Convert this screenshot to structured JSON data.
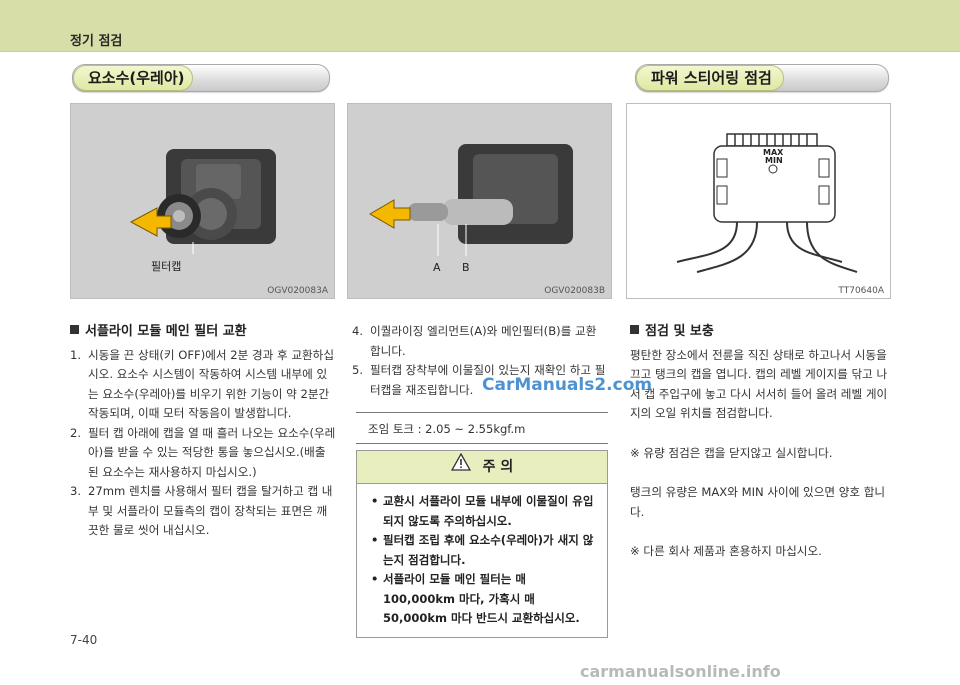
{
  "header": {
    "section": "정기 점검"
  },
  "titles": {
    "left": "요소수(우레아)",
    "right": "파워 스티어링 점검"
  },
  "photos": {
    "p1": {
      "code": "OGV020083A",
      "label": "필터캡"
    },
    "p2": {
      "code": "OGV020083B",
      "label_a": "A",
      "label_b": "B"
    },
    "p3": {
      "code": "TT70640A",
      "max": "MAX",
      "min": "MIN"
    }
  },
  "left": {
    "heading": "서플라이 모듈 메인 필터 교환",
    "steps": [
      {
        "num": "1.",
        "text": "시동을 끈 상태(키 OFF)에서 2분 경과 후 교환하십시오. 요소수 시스템이 작동하여 시스템 내부에 있는 요소수(우레아)를 비우기 위한 기능이 약 2분간 작동되며, 이때 모터 작동음이 발생합니다."
      },
      {
        "num": "2.",
        "text": "필터 캡 아래에 캡을 열 때 흘러 나오는 요소수(우레아)를 받을 수 있는 적당한 통을 놓으십시오.(배출된 요소수는 재사용하지 마십시오.)"
      },
      {
        "num": "3.",
        "text": "27mm 렌치를 사용해서 필터 캡을 탈거하고 캡 내부 및 서플라이 모듈측의 캡이 장착되는 표면은 깨끗한 물로 씻어 내십시오."
      }
    ]
  },
  "middle": {
    "steps": [
      {
        "num": "4.",
        "text": "이퀄라이징 엘리먼트(A)와 메인필터(B)를 교환 합니다."
      },
      {
        "num": "5.",
        "text": "필터캡 장착부에 이물질이 있는지 재확인 하고 필터캡을 재조립합니다."
      }
    ],
    "torque": "조임 토크 : 2.05 ~ 2.55kgf.m",
    "caution_title": "주    의",
    "caution_items": [
      "교환시 서플라이 모듈 내부에 이물질이 유입되지 않도록 주의하십시오.",
      "필터캡 조립 후에 요소수(우레아)가 새지 않는지 점검합니다.",
      "서플라이 모듈 메인 필터는 매 100,000km 마다, 가혹시 매 50,000km 마다 반드시 교환하십시오."
    ]
  },
  "right": {
    "heading": "점검 및 보충",
    "p1": "평탄한 장소에서 전륜을 직진 상태로 하고나서 시동을 끄고 탱크의 캡을 엽니다. 캡의 레벨 게이지를 닦고 나서 캡 주입구에 놓고 다시 서서히 들어 올려 레벨 게이지의 오일 위치를 점검합니다.",
    "note1": "※ 유량 점검은 캡을 닫지않고 실시합니다.",
    "p2": "탱크의 유량은 MAX와 MIN 사이에 있으면 양호 합니다.",
    "note2": "※ 다른 회사 제품과 혼용하지 마십시오."
  },
  "footer": {
    "page": "7-40"
  },
  "watermarks": {
    "w1": "CarManuals2.com",
    "w2": "carmanualsonline.info"
  }
}
